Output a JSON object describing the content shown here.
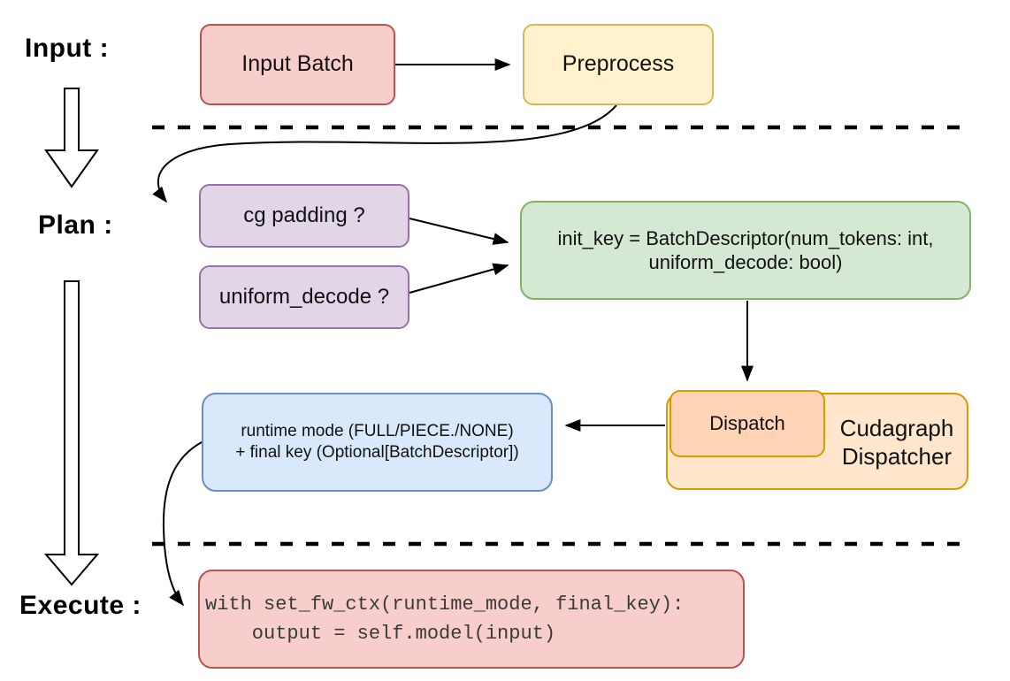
{
  "stages": {
    "input": "Input :",
    "plan": "Plan :",
    "execute": "Execute :"
  },
  "nodes": {
    "input_batch": {
      "label": "Input Batch"
    },
    "preprocess": {
      "label": "Preprocess"
    },
    "cg_padding": {
      "label": "cg padding ?"
    },
    "uniform_decode": {
      "label": "uniform_decode ?"
    },
    "init_key": {
      "line1": "init_key = BatchDescriptor(num_tokens: int,",
      "line2": "uniform_decode: bool)"
    },
    "runtime_mode": {
      "line1": "runtime mode (FULL/PIECE./NONE)",
      "line2": "+ final key (Optional[BatchDescriptor])"
    },
    "dispatch": {
      "label": "Dispatch"
    },
    "cudagraph_dispatcher": {
      "line1": "Cudagraph",
      "line2": "Dispatcher"
    },
    "execute_code": {
      "line1": "with set_fw_ctx(runtime_mode, final_key):",
      "line2": "    output = self.model(input)"
    }
  },
  "colors": {
    "red-fill": "#f8cecc",
    "red-stroke": "#b85450",
    "yellow-fill": "#fff2cc",
    "yellow-stroke": "#d6b656",
    "purple-fill": "#e1d5e7",
    "purple-stroke": "#9673a6",
    "green-fill": "#d5e8d4",
    "green-stroke": "#82b366",
    "orange-fill": "#ffe6cc",
    "orange-stroke": "#d79b00",
    "peach-fill": "#ffd3b6",
    "blue-fill": "#dae8fc",
    "blue-stroke": "#6c8ebf",
    "line": "#000000"
  }
}
